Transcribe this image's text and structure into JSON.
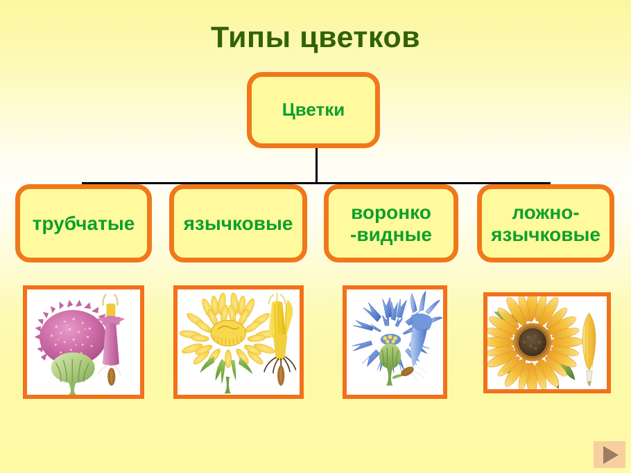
{
  "slide": {
    "title": "Типы цветков",
    "language": "ru"
  },
  "colors": {
    "title_text": "#31620A",
    "node_text": "#0FA02B",
    "node_border": "#F0781A",
    "node_fill": "#FFFA9E",
    "frame_border": "#F2711C",
    "connector": "#000000",
    "background_top": "#FCF79E",
    "background_mid": "#FFFFF8",
    "background_bottom": "#FEFBA6",
    "nav_button_bg": "#F8D0A0",
    "nav_arrow": "#9A7E62"
  },
  "diagram": {
    "root": {
      "label": "Цветки"
    },
    "leaves": [
      {
        "label": "трубчатые",
        "icon": "thistle-tubular-floret-image"
      },
      {
        "label": "язычковые",
        "icon": "dandelion-ligulate-floret-image"
      },
      {
        "label": "воронко\n-видные",
        "icon": "cornflower-funnel-floret-image"
      },
      {
        "label": "ложно-\nязычковые",
        "icon": "sunflower-false-ligulate-floret-image"
      }
    ]
  },
  "nav": {
    "next_icon": "play-triangle-icon",
    "next_label": "▶"
  }
}
